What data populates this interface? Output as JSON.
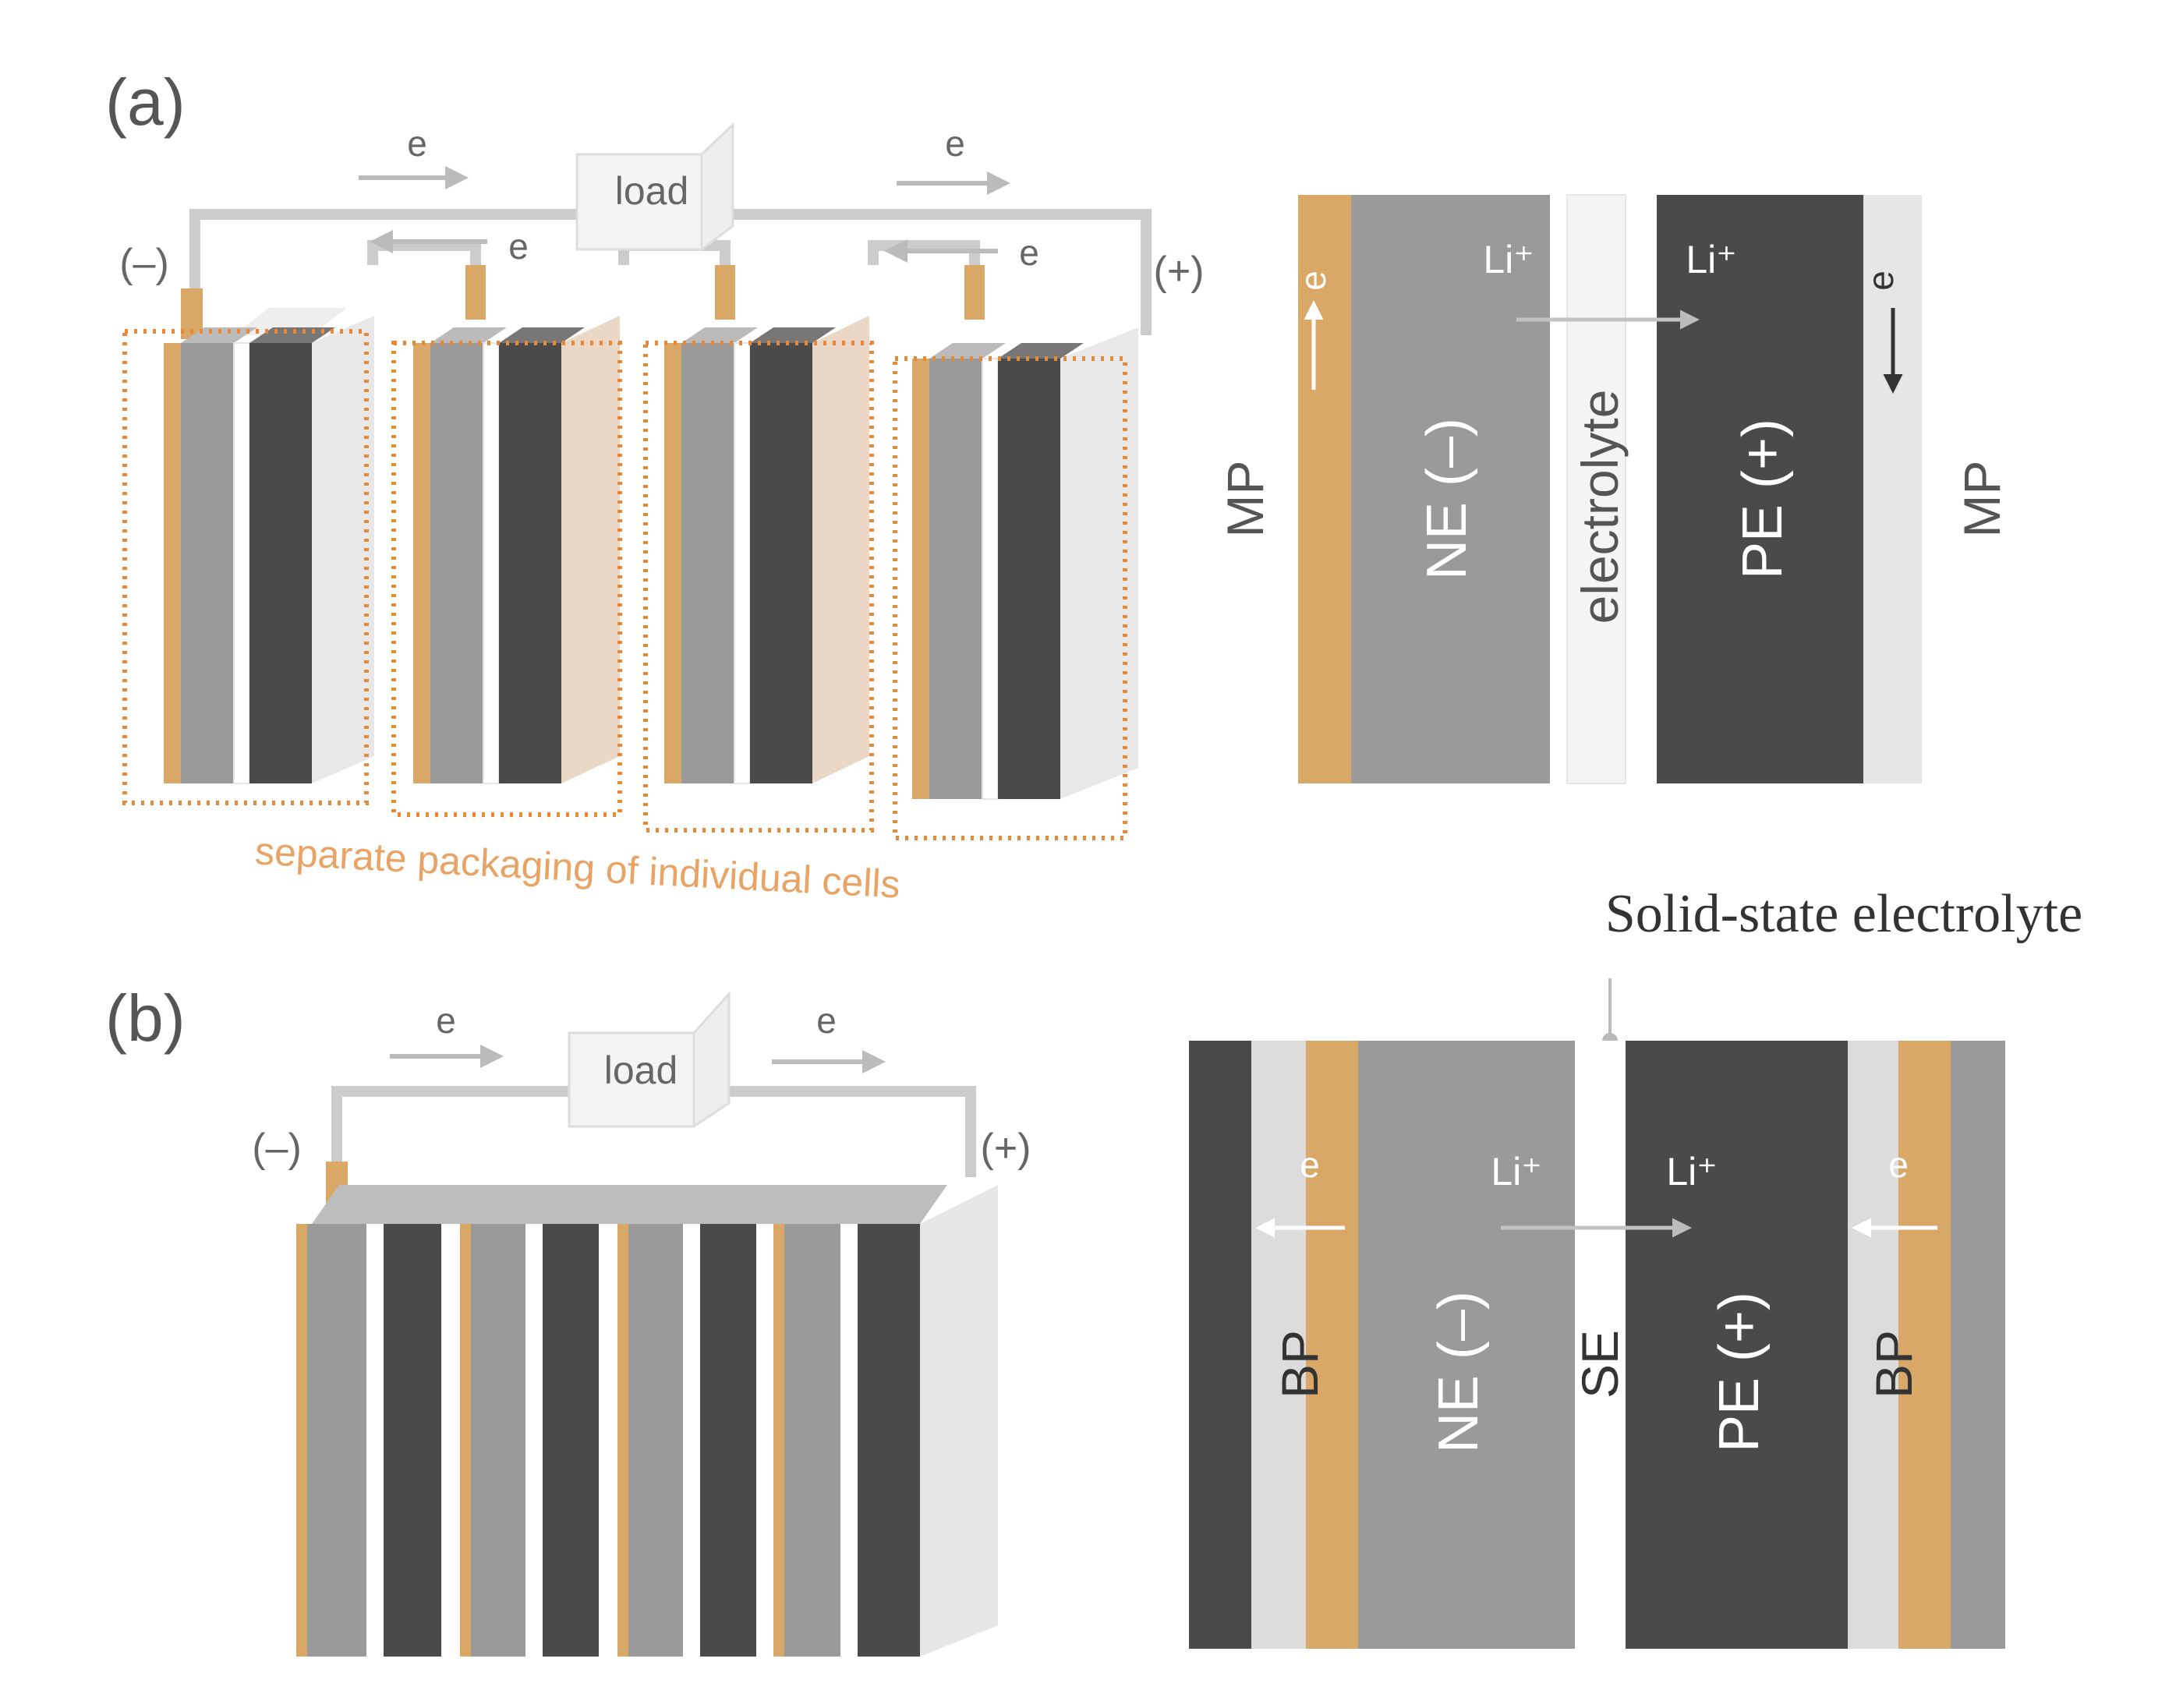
{
  "panel_a": {
    "label": "(a)",
    "load": "load",
    "electron": "e",
    "neg_terminal": "(–)",
    "pos_terminal": "(+)",
    "packaging_caption": "separate packaging of individual cells",
    "cross_section": {
      "mp_left": "MP",
      "mp_right": "MP",
      "electron": "e",
      "li_ion": "Li⁺",
      "ne": "NE (–)",
      "electrolyte": "electrolyte",
      "pe": "PE (+)"
    }
  },
  "panel_b": {
    "label": "(b)",
    "load": "load",
    "electron": "e",
    "neg_terminal": "(–)",
    "pos_terminal": "(+)",
    "solid_state_caption": "Solid-state electrolyte",
    "cross_section": {
      "bp_left": "BP",
      "bp_right": "BP",
      "electron": "e",
      "li_ion": "Li⁺",
      "ne": "NE (–)",
      "se": "SE",
      "pe": "PE (+)"
    }
  },
  "colors": {
    "copper": "#d9a866",
    "light_gray": "#9a9a9a",
    "dark_gray": "#4a4a4a",
    "pale_gray": "#dedede",
    "wire": "#c8c8c8",
    "orange_dotted": "#e8893a",
    "caption_orange": "#e8a365",
    "text_gray": "#555555"
  }
}
